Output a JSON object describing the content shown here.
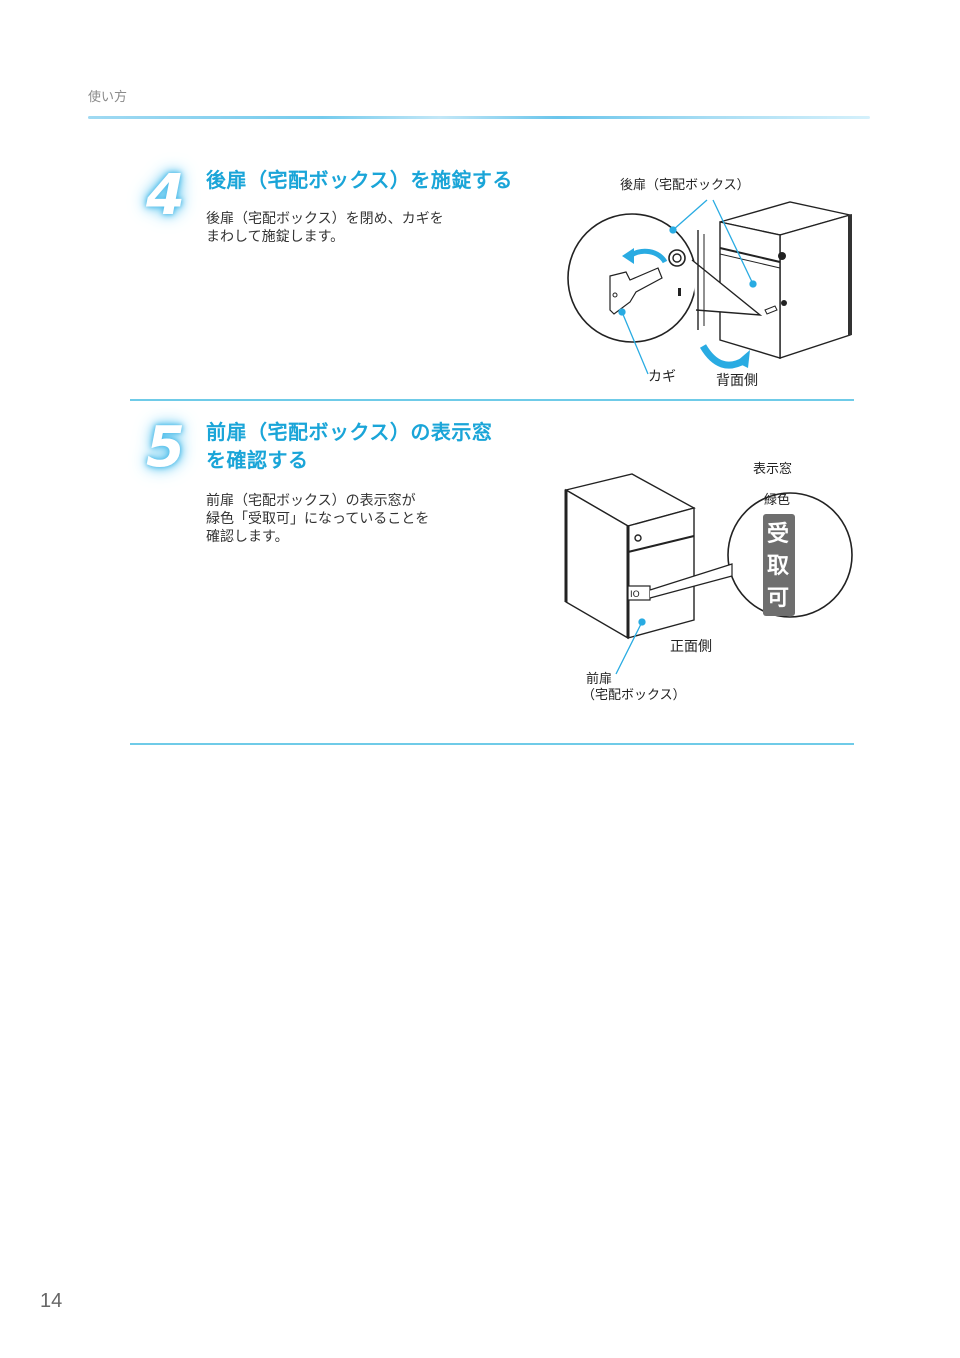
{
  "header": {
    "section_label": "使い方"
  },
  "steps": [
    {
      "number": "4",
      "title": "後扉（宅配ボックス）を施錠する",
      "body_lines": [
        "後扉（宅配ボックス）を閉め、カギを",
        "まわして施錠します。"
      ],
      "figure": {
        "labels": {
          "rear_door": "後扉（宅配ボックス）",
          "key": "カギ",
          "rear_side": "背面側"
        }
      }
    },
    {
      "number": "5",
      "title_lines": [
        "前扉（宅配ボックス）の表示窓",
        "を確認する"
      ],
      "body_lines": [
        "前扉（宅配ボックス）の表示窓が",
        "緑色「受取可」になっていることを",
        "確認します。"
      ],
      "figure": {
        "labels": {
          "display_window": "表示窓",
          "green": "緑色",
          "window_chars": [
            "受",
            "取",
            "可"
          ],
          "front_side": "正面側",
          "front_door_line1": "前扉",
          "front_door_line2": "（宅配ボックス）"
        }
      }
    }
  ],
  "colors": {
    "accent": "#1aa5d8",
    "divider": "#6fcbe8",
    "window_bg": "#6e6e6e"
  },
  "footer": {
    "page_number": "14"
  }
}
